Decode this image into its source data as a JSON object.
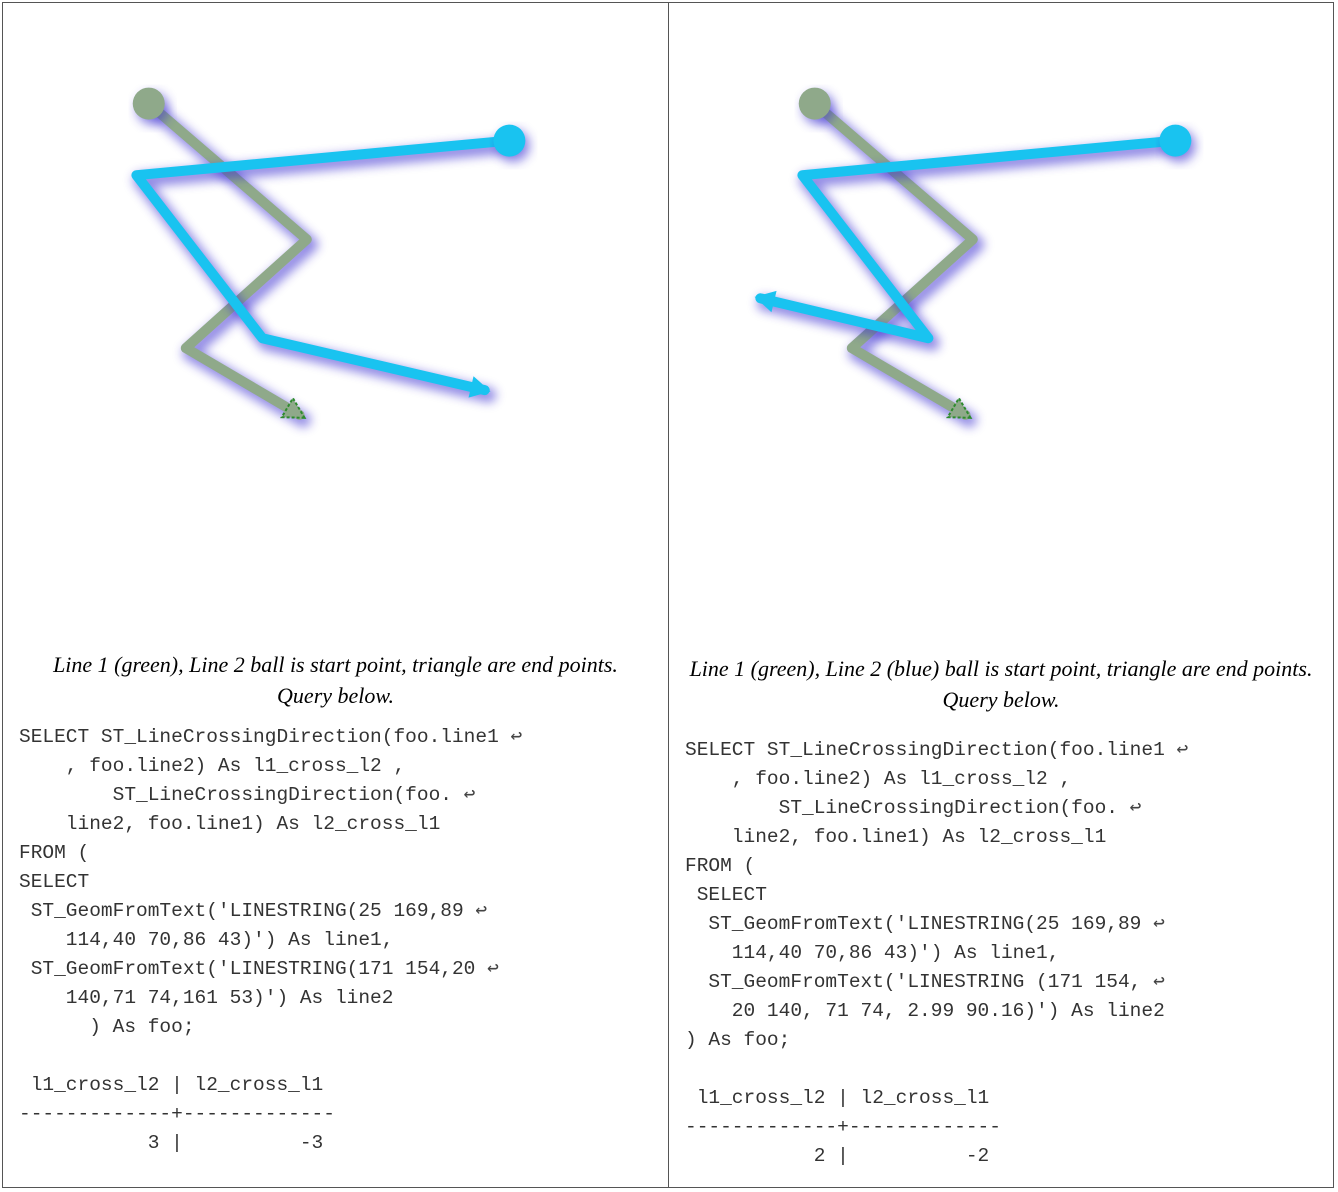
{
  "panels": [
    {
      "caption": "Line 1 (green), Line 2 ball is start point, triangle are end points. Query below.",
      "code_lines": [
        {
          "text": "SELECT ST_LineCrossingDirection(foo.line1",
          "wrap": true
        },
        {
          "text": "    , foo.line2) As l1_cross_l2 ,",
          "wrap": false
        },
        {
          "text": "        ST_LineCrossingDirection(foo.",
          "wrap": true
        },
        {
          "text": "    line2, foo.line1) As l2_cross_l1",
          "wrap": false
        },
        {
          "text": "FROM (",
          "wrap": false
        },
        {
          "text": "SELECT",
          "wrap": false
        },
        {
          "text": " ST_GeomFromText('LINESTRING(25 169,89",
          "wrap": true
        },
        {
          "text": "    114,40 70,86 43)') As line1,",
          "wrap": false
        },
        {
          "text": " ST_GeomFromText('LINESTRING(171 154,20",
          "wrap": true
        },
        {
          "text": "    140,71 74,161 53)') As line2",
          "wrap": false
        },
        {
          "text": "      ) As foo;",
          "wrap": false
        },
        {
          "text": "",
          "wrap": false
        },
        {
          "text": " l1_cross_l2 | l2_cross_l1",
          "wrap": false
        },
        {
          "text": "-------------+-------------",
          "wrap": false
        },
        {
          "text": "           3 |          -3",
          "wrap": false
        }
      ],
      "line1": [
        [
          25,
          169
        ],
        [
          89,
          114
        ],
        [
          40,
          70
        ],
        [
          86,
          43
        ]
      ],
      "line2": [
        [
          171,
          154
        ],
        [
          20,
          140
        ],
        [
          71,
          74
        ],
        [
          161,
          53
        ]
      ]
    },
    {
      "caption": "Line 1 (green), Line 2 (blue) ball is start point, triangle are end points. Query below.",
      "code_lines": [
        {
          "text": "SELECT ST_LineCrossingDirection(foo.line1",
          "wrap": true
        },
        {
          "text": "    , foo.line2) As l1_cross_l2 ,",
          "wrap": false
        },
        {
          "text": "        ST_LineCrossingDirection(foo.",
          "wrap": true
        },
        {
          "text": "    line2, foo.line1) As l2_cross_l1",
          "wrap": false
        },
        {
          "text": "FROM (",
          "wrap": false
        },
        {
          "text": " SELECT",
          "wrap": false
        },
        {
          "text": "  ST_GeomFromText('LINESTRING(25 169,89",
          "wrap": true
        },
        {
          "text": "    114,40 70,86 43)') As line1,",
          "wrap": false
        },
        {
          "text": "  ST_GeomFromText('LINESTRING (171 154,",
          "wrap": true
        },
        {
          "text": "    20 140, 71 74, 2.99 90.16)') As line2",
          "wrap": false
        },
        {
          "text": ") As foo;",
          "wrap": false
        },
        {
          "text": "",
          "wrap": false
        },
        {
          "text": " l1_cross_l2 | l2_cross_l1",
          "wrap": false
        },
        {
          "text": "-------------+-------------",
          "wrap": false
        },
        {
          "text": "           2 |          -2",
          "wrap": false
        }
      ],
      "line1": [
        [
          25,
          169
        ],
        [
          89,
          114
        ],
        [
          40,
          70
        ],
        [
          86,
          43
        ]
      ],
      "line2": [
        [
          171,
          154
        ],
        [
          20,
          140
        ],
        [
          71,
          74
        ],
        [
          2.99,
          90.16
        ]
      ]
    }
  ],
  "wrap_glyph": "↩",
  "colors": {
    "line1": "#8fa98a",
    "line1_dark": "#6f8a6a",
    "line2": "#19c3f0",
    "glow": "#3a2fd0",
    "endmark_line1": "#2e8b2e"
  }
}
